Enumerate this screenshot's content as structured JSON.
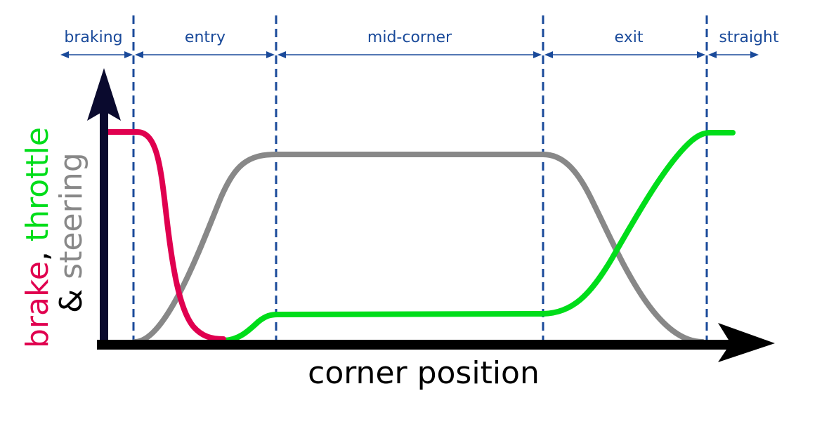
{
  "colors": {
    "phase": "#1a4a9a",
    "axis": "#000000",
    "y_axis": "#0a0a2e",
    "brake": "#e0004f",
    "throttle": "#00dd1a",
    "steering": "#888888"
  },
  "phases": [
    {
      "label": "braking"
    },
    {
      "label": "entry"
    },
    {
      "label": "mid-corner"
    },
    {
      "label": "exit"
    },
    {
      "label": "straight"
    }
  ],
  "x_axis": {
    "label": "corner position"
  },
  "y_axis": {
    "label_brake": "brake",
    "label_comma": ", ",
    "label_throttle": "throttle",
    "label_amp": "& ",
    "label_steering": "steering"
  },
  "curves": {
    "brake": {
      "name": "brake"
    },
    "throttle": {
      "name": "throttle"
    },
    "steering": {
      "name": "steering"
    }
  }
}
